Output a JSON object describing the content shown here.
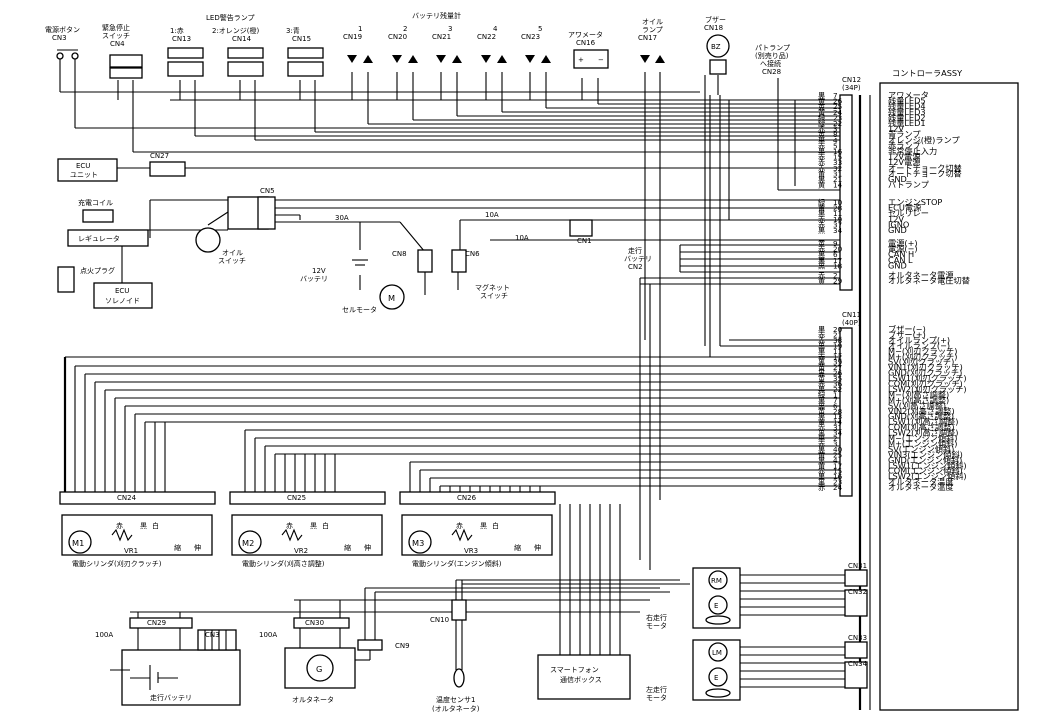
{
  "top_components": {
    "power_button": [
      "電源ボタン",
      "CN3"
    ],
    "emergency_switch": [
      "緊急停止",
      "スイッチ",
      "CN4"
    ],
    "led_title": "LED警告ランプ",
    "leds": [
      [
        "1:赤",
        "CN13"
      ],
      [
        "2:オレンジ(橙)",
        "CN14"
      ],
      [
        "3:青",
        "CN15"
      ]
    ],
    "battery_meter_title": "バッテリ残量計",
    "battery_meter": [
      [
        "1",
        "CN19"
      ],
      [
        "2",
        "CN20"
      ],
      [
        "3",
        "CN21"
      ],
      [
        "4",
        "CN22"
      ],
      [
        "5",
        "CN23"
      ]
    ],
    "ammeter": [
      "アワメータ",
      "CN16"
    ],
    "oil_lamp": [
      "オイル",
      "ランプ",
      "CN17"
    ],
    "buzzer": [
      "ブザー",
      "CN18"
    ],
    "buzzer_symbol": "BZ",
    "patrol_lamp": [
      "パトランプ",
      "(別売り品)",
      "へ接続",
      "CN28"
    ]
  },
  "left_components": {
    "ecu_unit": [
      "ECU",
      "ユニット"
    ],
    "cn27": "CN27",
    "charge_coil": "充電コイル",
    "regulator": "レギュレータ",
    "spark_plug": "点火プラグ",
    "ecu_solenoid": [
      "ECU",
      "ソレノイド"
    ],
    "oil_switch": [
      "オイル",
      "スイッチ"
    ],
    "cn5": "CN5",
    "fuse_30a": "30A",
    "fuse_10a_1": "10A",
    "fuse_10a_2": "10A",
    "cn1": "CN1",
    "cn8": "CN8",
    "cn6": "CN6",
    "battery_12v": [
      "12V",
      "バッテリ"
    ],
    "magnet_switch": [
      "マグネット",
      "スイッチ"
    ],
    "starter_motor": "セルモータ",
    "motor_symbol": "M",
    "travel_battery_cn": [
      "走行",
      "バッテリ",
      "CN2"
    ]
  },
  "controller": {
    "title": "コントローラASSY",
    "cn12": [
      "CN12",
      "(34P)"
    ],
    "cn11": [
      "CN11",
      "(40P)"
    ]
  },
  "cn12_group1": [
    [
      "黒",
      "7",
      "アワメータ"
    ],
    [
      "黄",
      "26",
      "残量LED5"
    ],
    [
      "黄",
      "25",
      "残量LED4"
    ],
    [
      "黄",
      "24",
      "残量LED3"
    ],
    [
      "緑",
      "23",
      "残量LED2"
    ],
    [
      "緑",
      "22",
      "残量LED1"
    ],
    [
      "赤",
      "3",
      "12V"
    ],
    [
      "黄",
      "8",
      "青ランプ"
    ],
    [
      "黒",
      "4",
      "オレンジ(橙)ランプ"
    ],
    [
      "赤",
      "5",
      "赤ランプ"
    ],
    [
      "黒",
      "16",
      "非常停止入力"
    ],
    [
      "赤",
      "15",
      "12V電源"
    ],
    [
      "赤",
      "33",
      "12V電源"
    ],
    [
      "赤",
      "32",
      "オートチョーク切替"
    ],
    [
      "黄",
      "31",
      "オートチョーク切替"
    ],
    [
      "黒",
      "21",
      "GND"
    ],
    [
      "黄",
      "14",
      "パトランプ"
    ]
  ],
  "cn12_group2": [
    [
      "緑",
      "10",
      "エンジンSTOP"
    ],
    [
      "黄",
      "28",
      "ECU電源"
    ],
    [
      "黒",
      "11",
      "セルリレー"
    ],
    [
      "赤",
      "19",
      "12V"
    ],
    [
      "赤",
      "37",
      "IGNO"
    ],
    [
      "黒",
      "34",
      "GND"
    ]
  ],
  "cn12_group3": [
    [
      "黄",
      "9",
      "電源(+)"
    ],
    [
      "赤",
      "20",
      "電源(−)"
    ],
    [
      "黒",
      "6",
      "CAN H"
    ],
    [
      "黒",
      "17",
      "CAN L"
    ],
    [
      "黒",
      "18",
      "GND"
    ]
  ],
  "cn12_group4": [
    [
      "赤",
      "2",
      "オルタネータ電源"
    ],
    [
      "黄",
      "29",
      "オルタネータ電圧切替"
    ]
  ],
  "cn11_signals": [
    [
      "黒",
      "20",
      "ブザー(−)"
    ],
    [
      "赤",
      "21",
      "ブザー(+)"
    ],
    [
      "赤",
      "38",
      "オイルランプ(+)"
    ],
    [
      "黒",
      "19",
      "オイルランプ(−)"
    ],
    [
      "黒",
      "11",
      "M−(刈刃クラッチ)"
    ],
    [
      "赤",
      "12",
      "M+(刈刃クラッチ)"
    ],
    [
      "黒",
      "39",
      "SV(刈刃クラッチ)"
    ],
    [
      "黄",
      "27",
      "VIN1(刈刃クラッチ)"
    ],
    [
      "黒",
      "26",
      "GND(刈刃クラッチ)"
    ],
    [
      "黄",
      "35",
      "LSW1(刈刃クラッチ)"
    ],
    [
      "赤",
      "36",
      "COM(刈刃クラッチ)"
    ],
    [
      "黒",
      "22",
      "LSW2(刈刃クラッチ)"
    ],
    [
      "緑",
      "1",
      "M−(刈高さ調整)"
    ],
    [
      "黒",
      "7",
      "M+(刈高さ調整)"
    ],
    [
      "黒",
      "6",
      "SV(刈高さ調整)"
    ],
    [
      "黄",
      "28",
      "VIN2(刈高さ調整)"
    ],
    [
      "黒",
      "13",
      "GND(刈高さ調整)"
    ],
    [
      "黄",
      "14",
      "LSW1(刈高さ調整)"
    ],
    [
      "赤",
      "31",
      "COM(刈高さ調整)"
    ],
    [
      "黒",
      "34",
      "LSW2(刈高さ調整)"
    ],
    [
      "黒",
      "2",
      "M−(エンジン傾斜)"
    ],
    [
      "赤",
      "3",
      "M+(エンジン傾斜)"
    ],
    [
      "黒",
      "40",
      "SV(エンジン傾斜)"
    ],
    [
      "黄",
      "25",
      "VIN3(エンジン傾斜)"
    ],
    [
      "黒",
      "4",
      "GND(エンジン傾斜)"
    ],
    [
      "黄",
      "17",
      "LSW1(エンジン傾斜)"
    ],
    [
      "赤",
      "15",
      "COM(エンジン傾斜)"
    ],
    [
      "黒",
      "16",
      "LSW2(エンジン傾斜)"
    ],
    [
      "黒",
      "23",
      "オルタネータ温度"
    ],
    [
      "赤",
      "24",
      "オルタネータ温度"
    ]
  ],
  "cylinders": [
    {
      "cn": "CN24",
      "motor": "M1",
      "vr": "VR1",
      "caption": "電動シリンダ(刈刃クラッチ)"
    },
    {
      "cn": "CN25",
      "motor": "M2",
      "vr": "VR2",
      "caption": "電動シリンダ(刈高さ調整)"
    },
    {
      "cn": "CN26",
      "motor": "M3",
      "vr": "VR3",
      "caption": "電動シリンダ(エンジン傾斜)"
    }
  ],
  "cylinder_labels": {
    "a": "縮",
    "b": "伸",
    "s1": "赤",
    "s2": "黒",
    "s3": "白"
  },
  "bottom": {
    "fuse_100a_1": "100A",
    "fuse_100a_2": "100A",
    "cn29": "CN29",
    "cn3b": "CN3",
    "cn30": "CN30",
    "cn9": "CN9",
    "cn10": "CN10",
    "travel_battery": "走行バッテリ",
    "alternator": "オルタネータ",
    "gen_symbol": "G",
    "temp_sensor": [
      "温度センサ1",
      "(オルタネータ)"
    ],
    "smartphone_box": [
      "スマートフォン",
      "通信ボックス"
    ]
  },
  "motors": {
    "right": [
      "右走行",
      "モータ"
    ],
    "left": [
      "左走行",
      "モータ"
    ],
    "rm": "RM",
    "lm": "LM",
    "e": "E",
    "cn31": "CN31",
    "cn32": "CN32",
    "cn33": "CN33",
    "cn34": "CN34"
  }
}
